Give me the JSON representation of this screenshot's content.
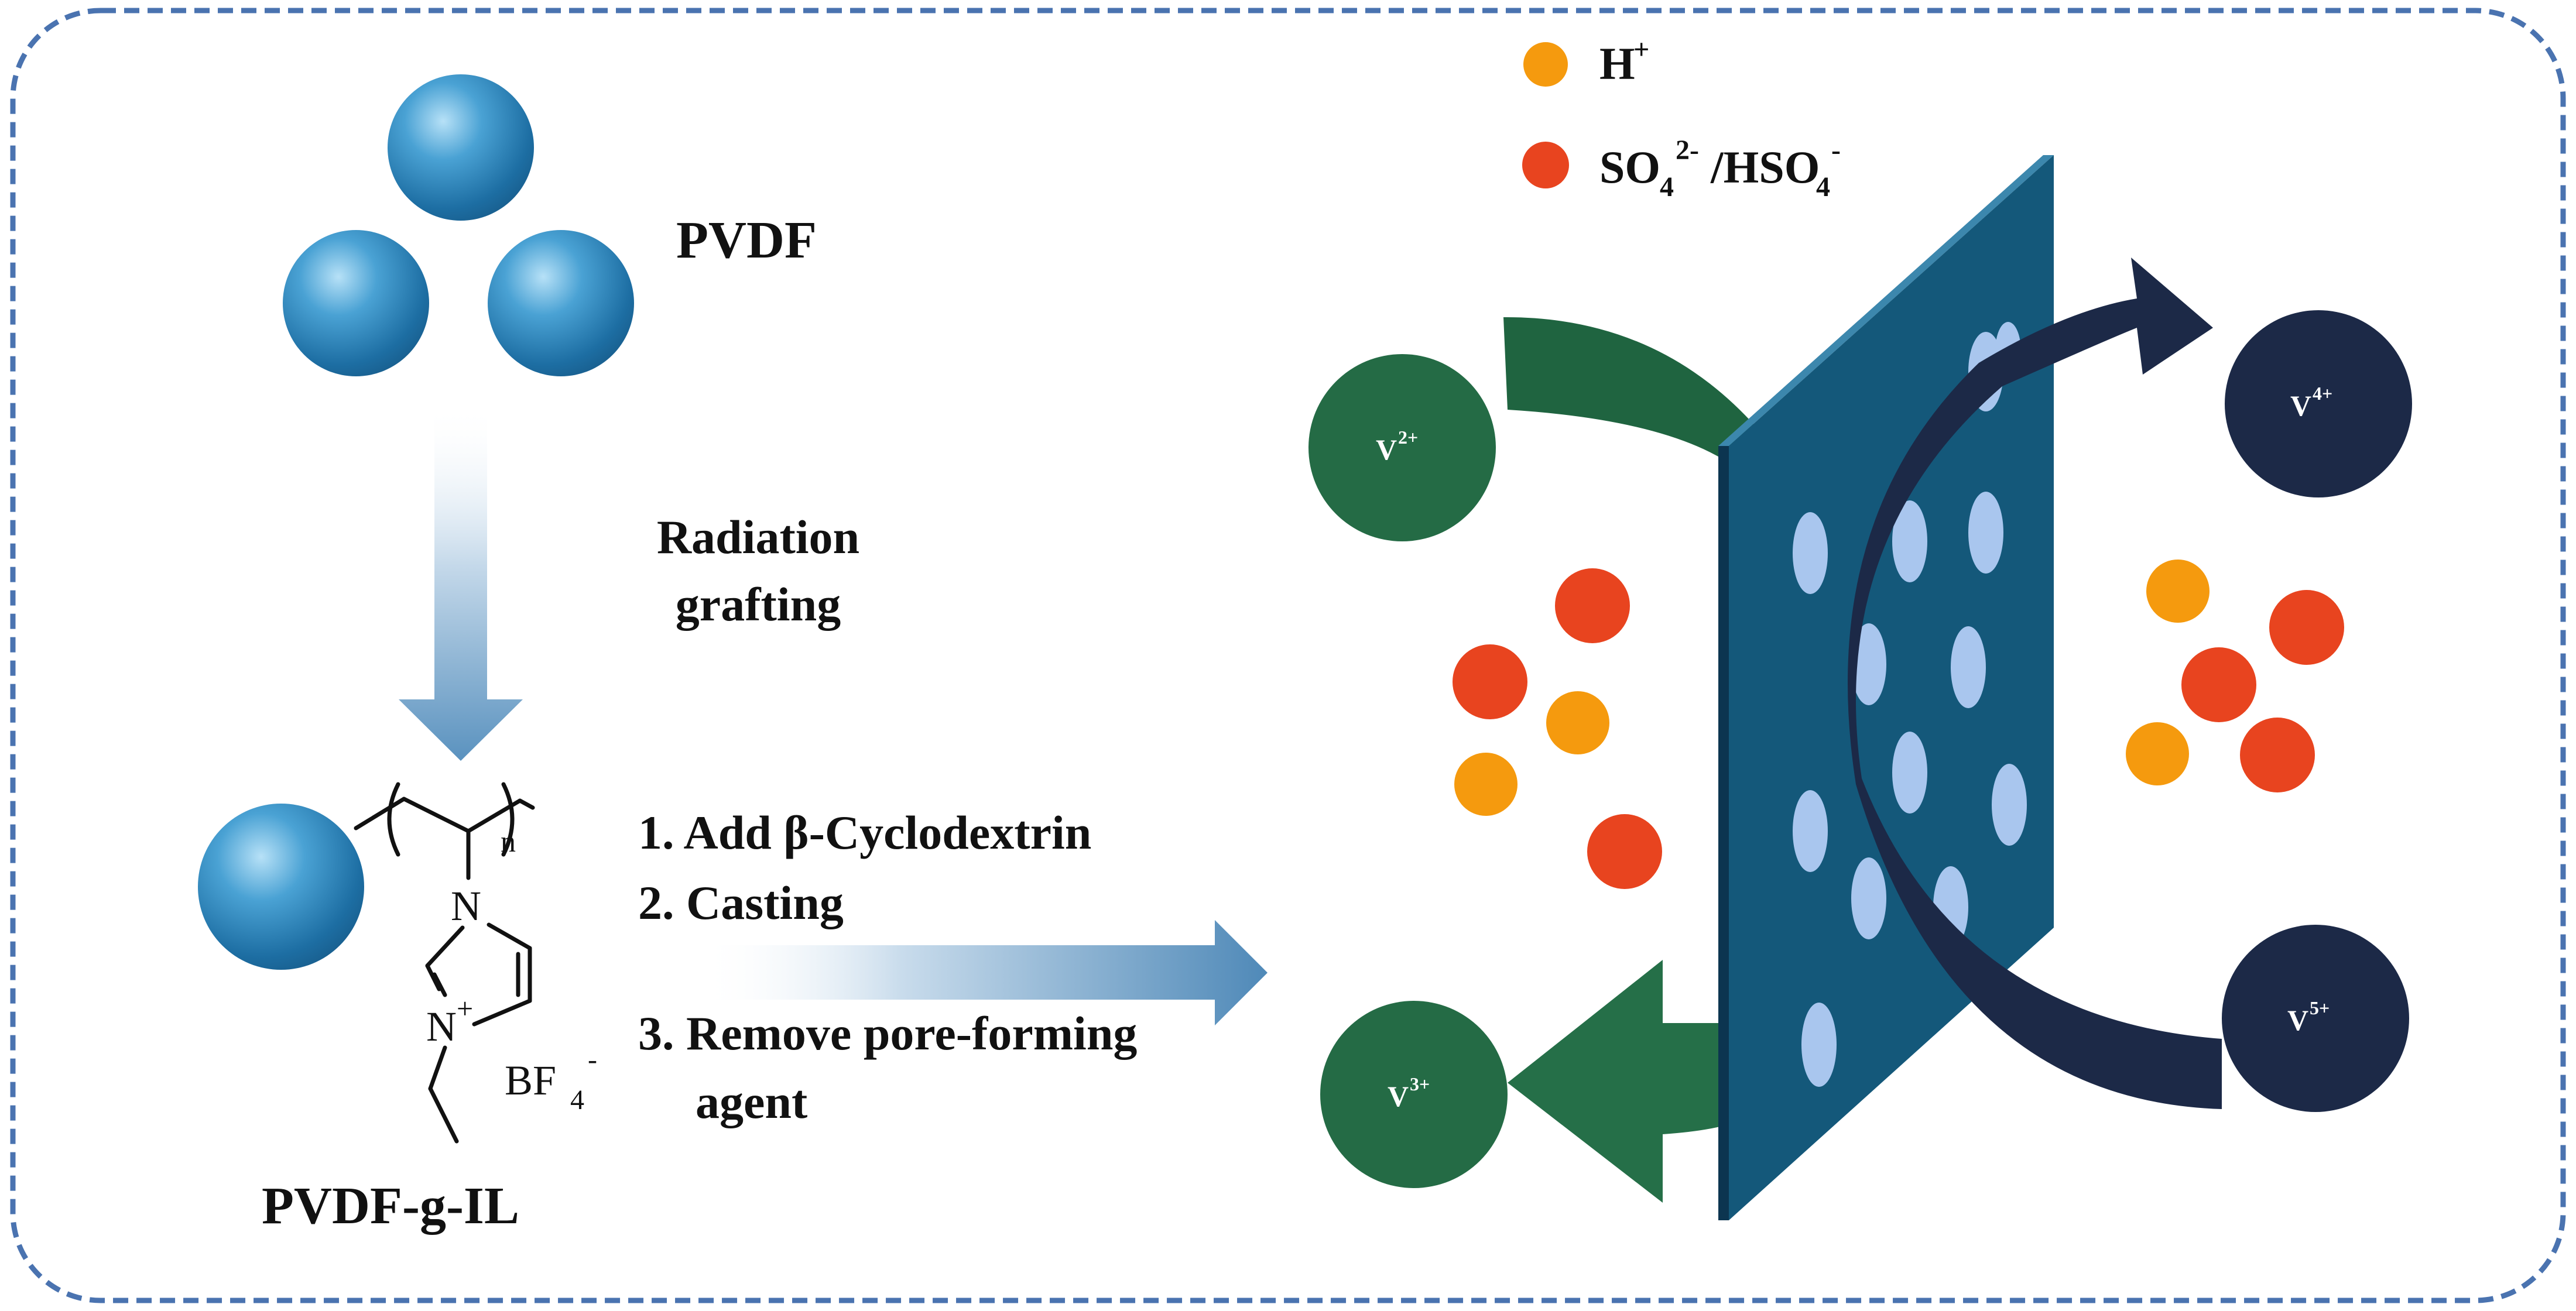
{
  "labels": {
    "pvdf": "PVDF",
    "radiation_line1": "Radiation",
    "radiation_line2": "grafting",
    "pvdf_g_il": "PVDF-g-IL",
    "step1": "1. Add β-Cyclodextrin",
    "step2": "2. Casting",
    "step3_line1": "3. Remove pore-forming",
    "step3_line2": "agent"
  },
  "structure": {
    "n": "n",
    "n_atom": "N",
    "n_plus": "N",
    "plus": "+",
    "anion_main": "BF",
    "anion_sub": "4",
    "anion_sup": "-"
  },
  "legend": {
    "proton_main": "H",
    "proton_sup": "+",
    "sulfate_main": "SO",
    "sulfate_sub": "4",
    "sulfate_sup": "2-",
    "sulfate_sep": "/HSO",
    "sulfate_sub2": "4",
    "sulfate_sup2": "-"
  },
  "ions": {
    "v2_main": "V",
    "v2_sup": "2+",
    "v3_main": "V",
    "v3_sup": "3+",
    "v4_main": "V",
    "v4_sup": "4+",
    "v5_main": "V",
    "v5_sup": "5+"
  },
  "colors": {
    "border": "#4a73b0",
    "sphere": "#2f7fb3",
    "membrane_front": "#14587a",
    "membrane_side": "#0c3550",
    "pore": "#a9c6ee",
    "green_ion": "#246b45",
    "navy_ion": "#1c2947",
    "proton": "#f59a0e",
    "sulfate": "#e8441f"
  }
}
